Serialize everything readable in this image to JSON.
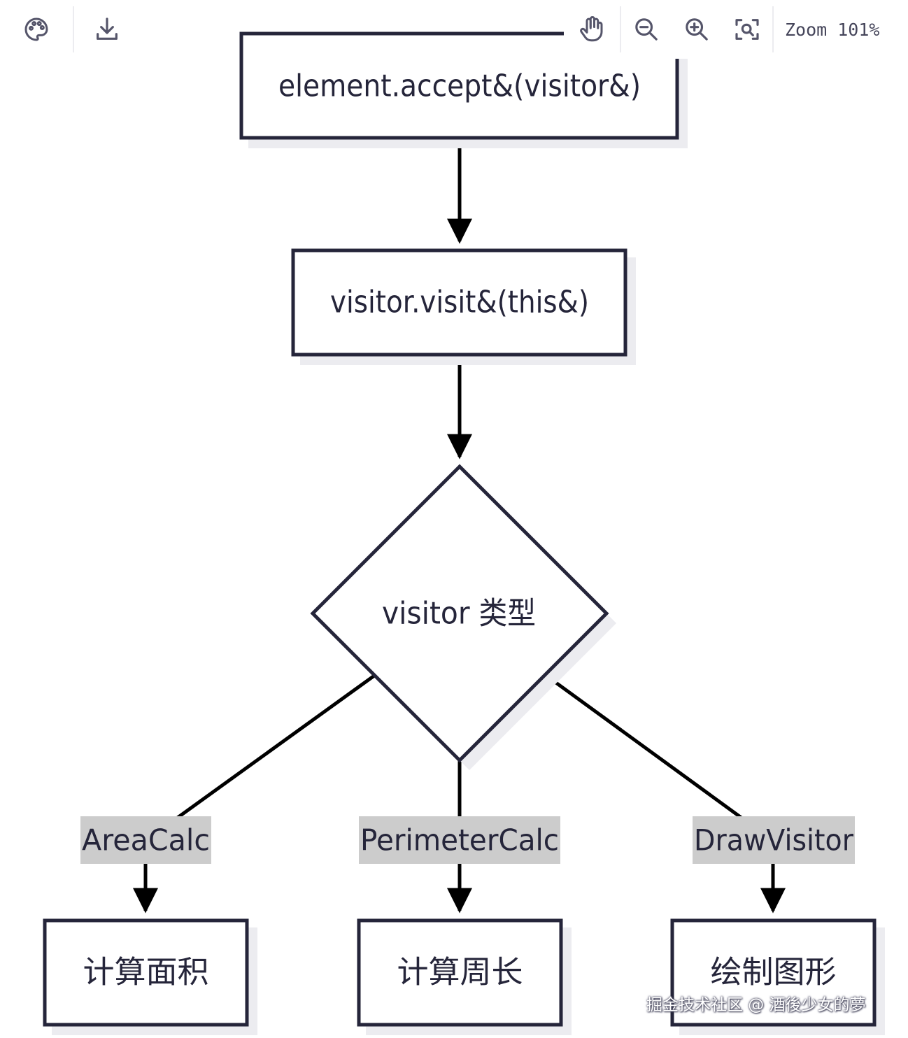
{
  "toolbar": {
    "left": [
      {
        "id": "palette",
        "icon": "palette-icon",
        "label": "Theme"
      },
      {
        "id": "download",
        "icon": "download-icon",
        "label": "Download"
      }
    ],
    "right": [
      {
        "id": "pan",
        "icon": "hand-icon",
        "label": "Pan"
      },
      {
        "id": "zoom-out",
        "icon": "zoom-out-icon",
        "label": "Zoom out"
      },
      {
        "id": "zoom-in",
        "icon": "zoom-in-icon",
        "label": "Zoom in"
      },
      {
        "id": "fit",
        "icon": "fit-view-icon",
        "label": "Fit to view"
      }
    ],
    "zoom_label": "Zoom 101%"
  },
  "diagram": {
    "nodes": [
      {
        "id": "accept",
        "shape": "rect",
        "label": "element.accept&(visitor&)"
      },
      {
        "id": "visit",
        "shape": "rect",
        "label": "visitor.visit&(this&)"
      },
      {
        "id": "type",
        "shape": "diamond",
        "label": "visitor 类型"
      },
      {
        "id": "area",
        "shape": "rect",
        "label": "计算面积"
      },
      {
        "id": "perimeter",
        "shape": "rect",
        "label": "计算周长"
      },
      {
        "id": "draw",
        "shape": "rect",
        "label": "绘制图形"
      }
    ],
    "edges": [
      {
        "id": "e1",
        "from": "accept",
        "to": "visit",
        "label": ""
      },
      {
        "id": "e2",
        "from": "visit",
        "to": "type",
        "label": ""
      },
      {
        "id": "e3",
        "from": "type",
        "to": "area",
        "label": "AreaCalc"
      },
      {
        "id": "e4",
        "from": "type",
        "to": "perimeter",
        "label": "PerimeterCalc"
      },
      {
        "id": "e5",
        "from": "type",
        "to": "draw",
        "label": "DrawVisitor"
      }
    ]
  },
  "watermark": "掘金技术社区 @ 酒後少女的夢",
  "colors": {
    "node_stroke": "#25253a",
    "edge": "#000000",
    "edge_label_bg": "#cccccc",
    "shadow": "#ececf0",
    "text": "#25253a"
  }
}
